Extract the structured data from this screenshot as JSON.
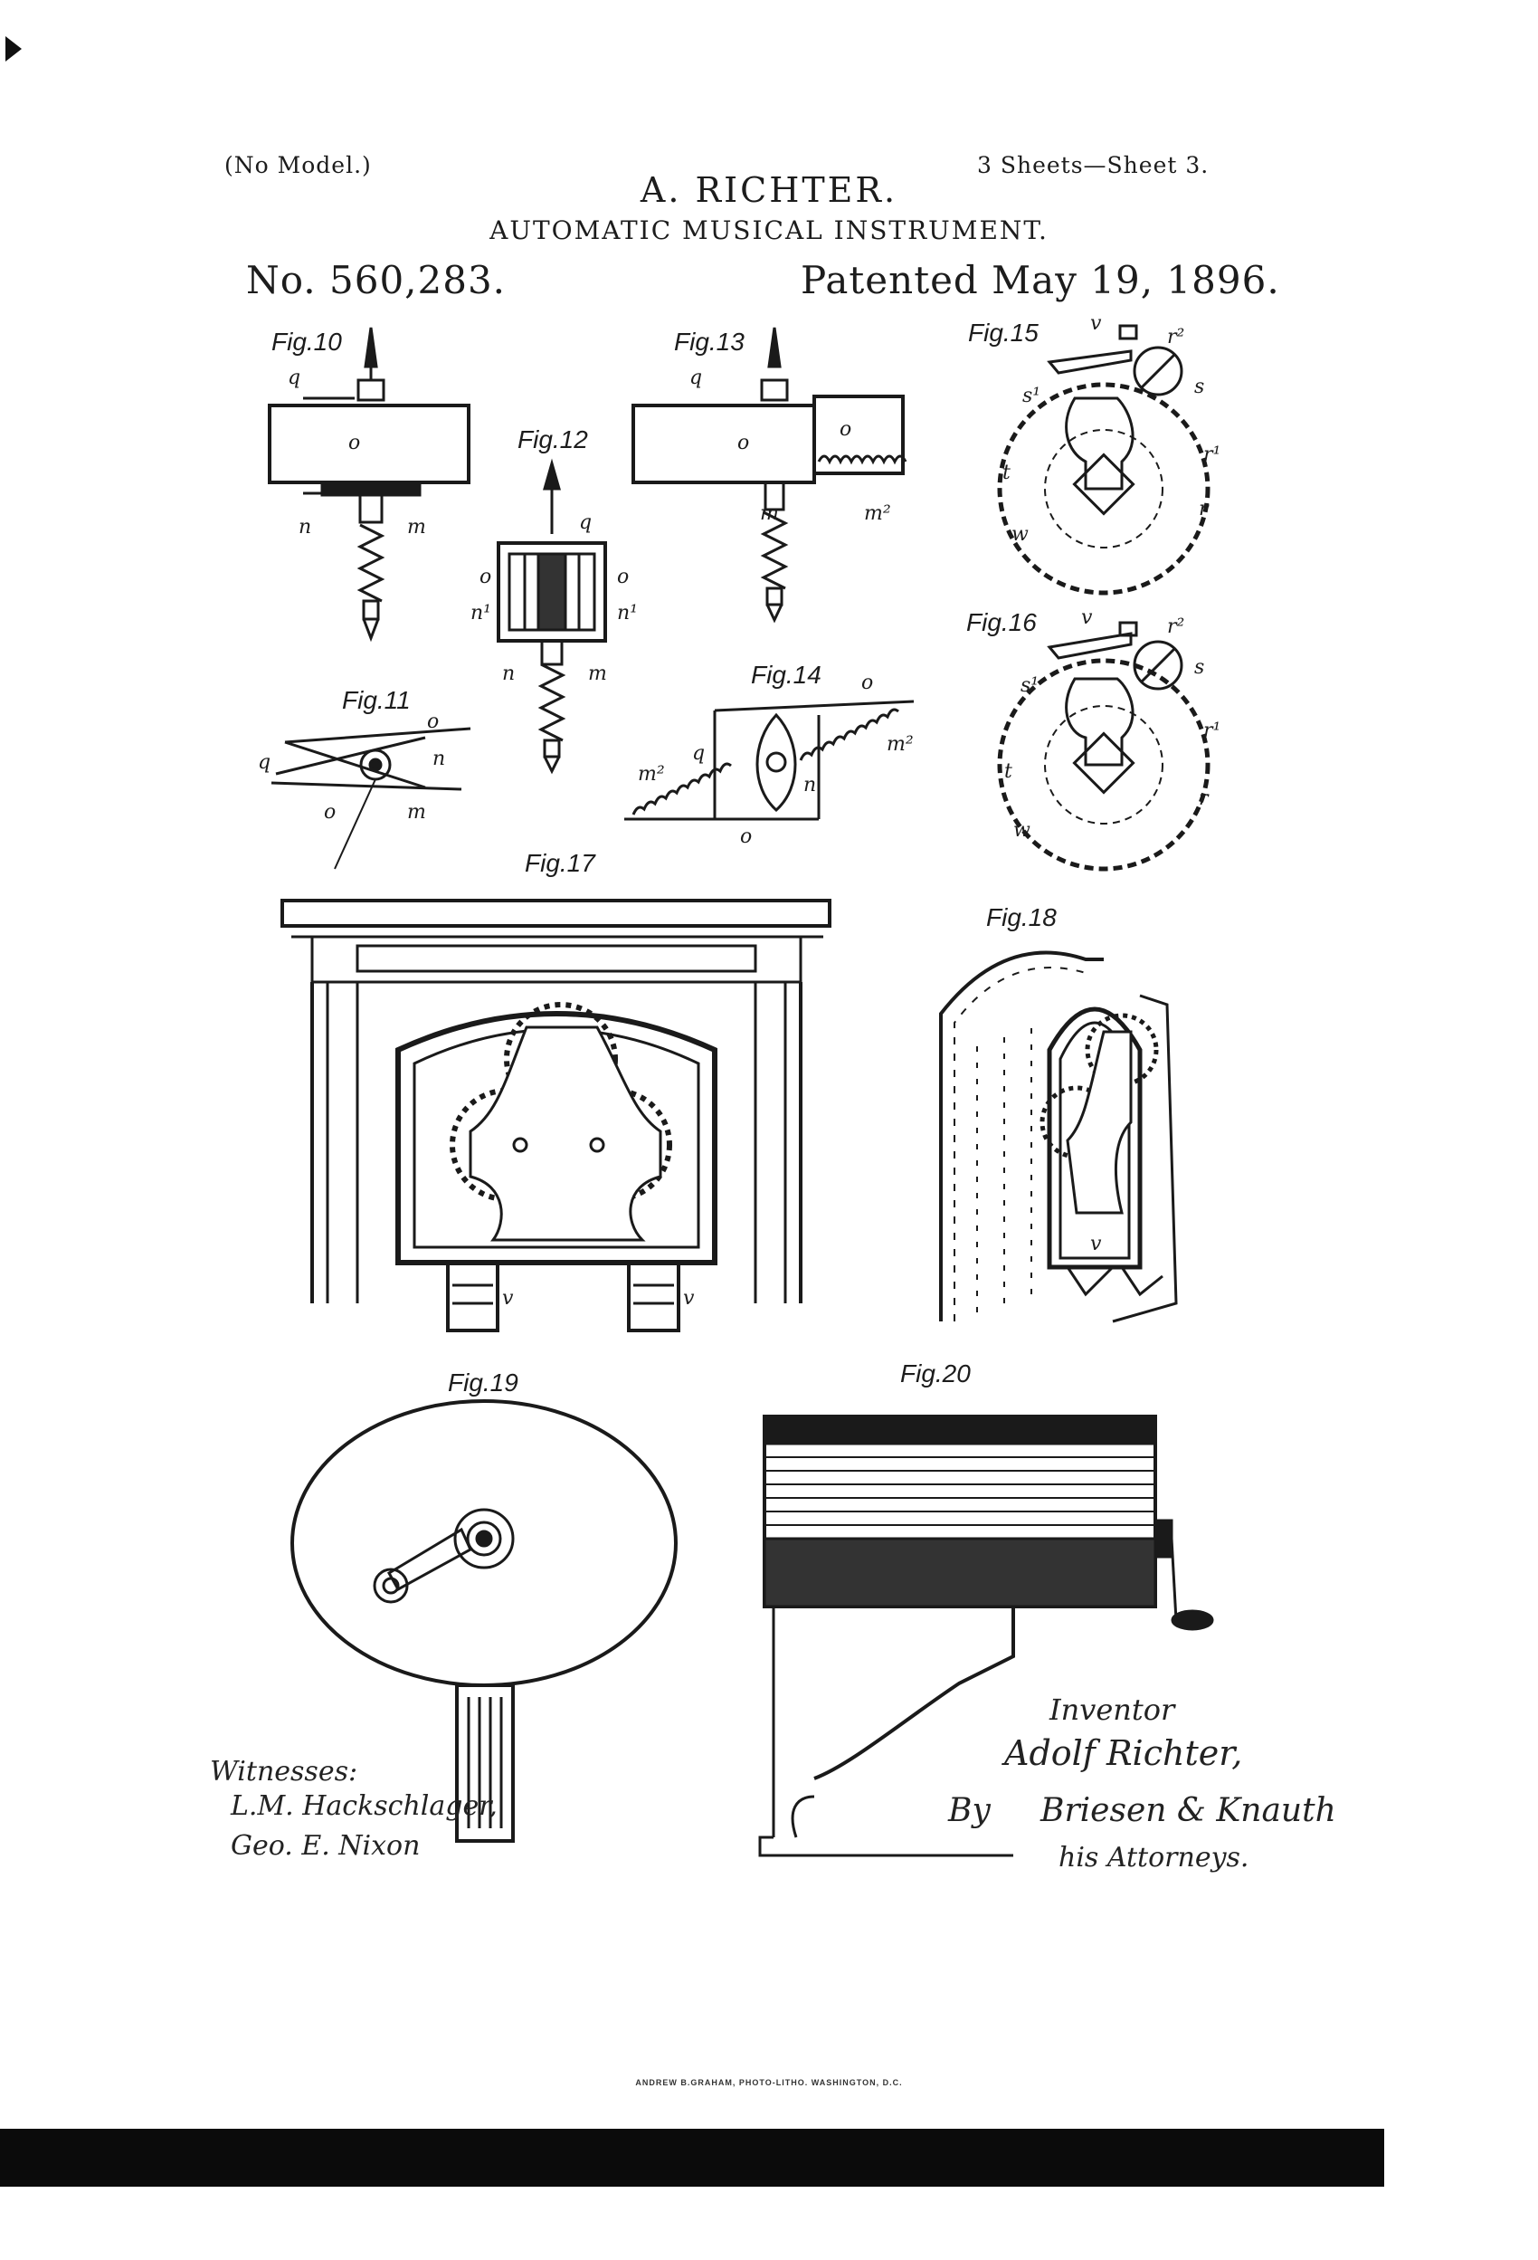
{
  "header": {
    "no_model": "(No Model.)",
    "sheets": "3 Sheets—Sheet 3.",
    "inventor": "A. RICHTER.",
    "title": "AUTOMATIC MUSICAL INSTRUMENT.",
    "patent_number": "No. 560,283.",
    "patent_date": "Patented May 19, 1896."
  },
  "figures": {
    "fig10": "Fig.10",
    "fig11": "Fig.11",
    "fig12": "Fig.12",
    "fig13": "Fig.13",
    "fig14": "Fig.14",
    "fig15": "Fig.15",
    "fig16": "Fig.16",
    "fig17": "Fig.17",
    "fig18": "Fig.18",
    "fig19": "Fig.19",
    "fig20": "Fig.20"
  },
  "part_labels": {
    "q": "q",
    "o": "o",
    "n": "n",
    "m": "m",
    "n1": "n¹",
    "m2": "m²",
    "v": "v",
    "r": "r",
    "r1": "r¹",
    "r2": "r²",
    "s": "s",
    "s1": "s¹",
    "t": "t",
    "w": "w"
  },
  "signatures": {
    "witnesses_label": "Witnesses:",
    "witness_1": "L.M. Hackschlager,",
    "witness_2": "Geo. E. Nixon",
    "inventor_label": "Inventor",
    "inventor_name": "Adolf Richter,",
    "by": "By",
    "attorneys_name": "Briesen & Knauth",
    "attorneys_label": "his Attorneys."
  },
  "imprint": "ANDREW B.GRAHAM, PHOTO-LITHO. WASHINGTON, D.C."
}
